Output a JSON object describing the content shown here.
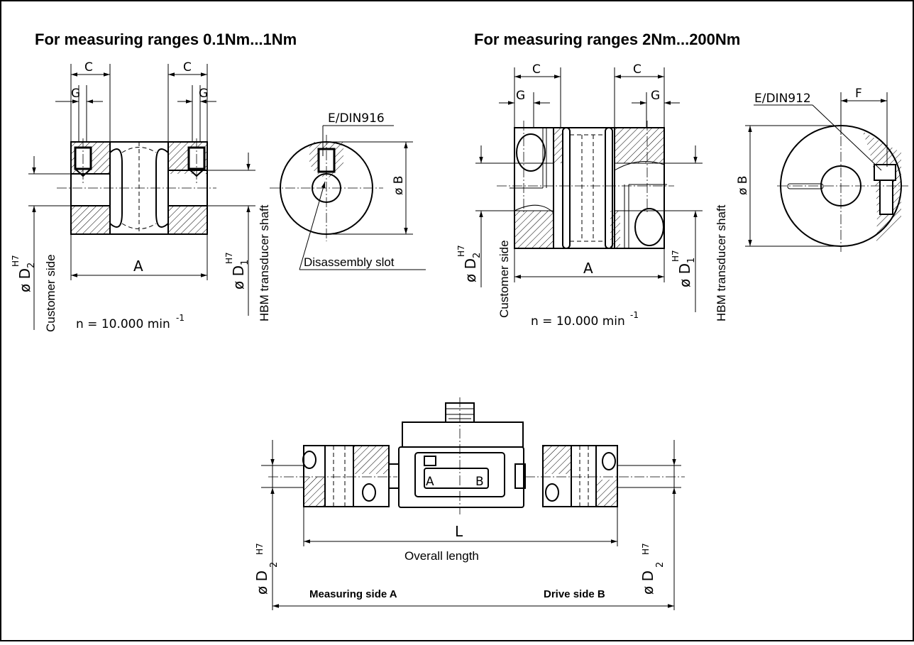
{
  "left": {
    "title": "For measuring ranges 0.1Nm...1Nm",
    "dim_c": "C",
    "dim_g": "G",
    "dim_a": "A",
    "dim_b": "ø B",
    "screw": "E/DIN916",
    "slot": "Disassembly slot",
    "customer_side": "Customer side",
    "hbm_shaft": "HBM transducer shaft",
    "d2": "ø D",
    "d2_sub": "2",
    "d1": "ø D",
    "d1_sub": "1",
    "tol": "H7",
    "speed": "n = 10.000 min",
    "speed_exp": "-1"
  },
  "right": {
    "title": "For measuring ranges 2Nm...200Nm",
    "dim_c": "C",
    "dim_g": "G",
    "dim_f": "F",
    "dim_a": "A",
    "dim_b": "ø B",
    "screw": "E/DIN912",
    "customer_side": "Customer side",
    "hbm_shaft": "HBM transducer shaft",
    "d2": "ø D",
    "d2_sub": "2",
    "d1": "ø D",
    "d1_sub": "1",
    "tol": "H7",
    "speed": "n = 10.000 min",
    "speed_exp": "-1"
  },
  "bottom": {
    "dim_l": "L",
    "overall": "Overall length",
    "side_a": "Measuring side A",
    "side_b": "Drive side B",
    "d2": "ø D",
    "d2_sub": "2",
    "tol": "H7",
    "marker_a": "A",
    "marker_b": "B"
  }
}
